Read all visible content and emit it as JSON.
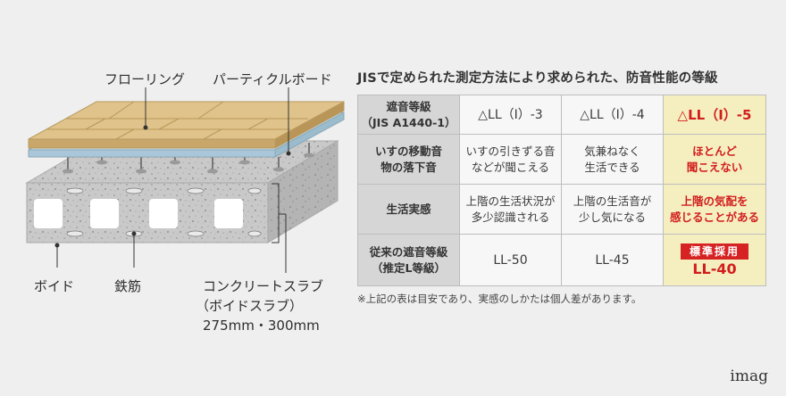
{
  "diagram": {
    "labels": {
      "flooring": "フローリング",
      "particle_board": "パーティクルボード",
      "void": "ボイド",
      "rebar": "鉄筋",
      "slab_line1": "コンクリートスラブ",
      "slab_line2": "（ボイドスラブ）",
      "slab_line3": "275mm・300mm"
    },
    "colors": {
      "wood": "#dcbf85",
      "board": "#b9d7e6",
      "concrete": "#c8c8c8",
      "void_fill": "#ffffff"
    }
  },
  "table": {
    "title": "JISで定められた測定方法により求められた、防音性能の等級",
    "rows": [
      {
        "header": [
          "遮音等級",
          "（JIS A1440-1）"
        ],
        "cells": [
          [
            "△LL（Ⅰ）-3"
          ],
          [
            "△LL（Ⅰ）-4"
          ],
          [
            "△LL（Ⅰ）-5"
          ]
        ]
      },
      {
        "header": [
          "いすの移動音",
          "物の落下音"
        ],
        "cells": [
          [
            "いすの引きずる音",
            "などが聞こえる"
          ],
          [
            "気兼ねなく",
            "生活できる"
          ],
          [
            "ほとんど",
            "聞こえない"
          ]
        ]
      },
      {
        "header": [
          "生活実感"
        ],
        "cells": [
          [
            "上階の生活状況が",
            "多少認識される"
          ],
          [
            "上階の生活音が",
            "少し気になる"
          ],
          [
            "上階の気配を",
            "感じることがある"
          ]
        ]
      },
      {
        "header": [
          "従来の遮音等級",
          "（推定L等級）"
        ],
        "cells": [
          [
            "LL-50"
          ],
          [
            "LL-45"
          ],
          [
            "LL-40"
          ]
        ]
      }
    ],
    "standard_badge": "標準採用",
    "note": "※上記の表は目安であり、実感のしかたは個人差があります。",
    "colors": {
      "highlight_bg": "#f5efc0",
      "highlight_text": "#d21d1d",
      "header_bg": "#d6d6d6"
    }
  },
  "brand": "imag"
}
